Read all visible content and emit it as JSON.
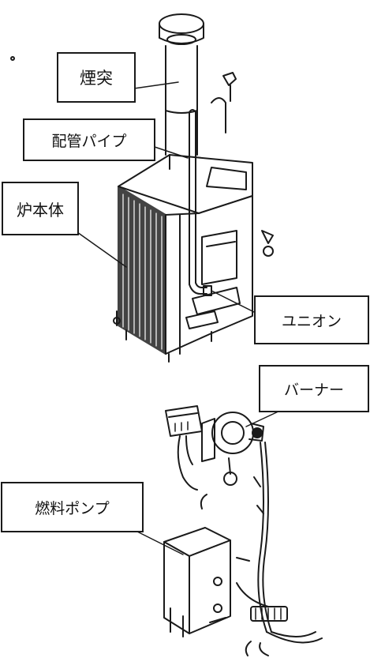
{
  "labels": {
    "chimney": "煙突",
    "pipe": "配管パイプ",
    "furnace_body": "炉本体",
    "union": "ユニオン",
    "burner": "バーナー",
    "fuel_pump": "燃料ポンプ"
  },
  "colors": {
    "ink": "#1a1a1a",
    "paper": "#ffffff"
  }
}
